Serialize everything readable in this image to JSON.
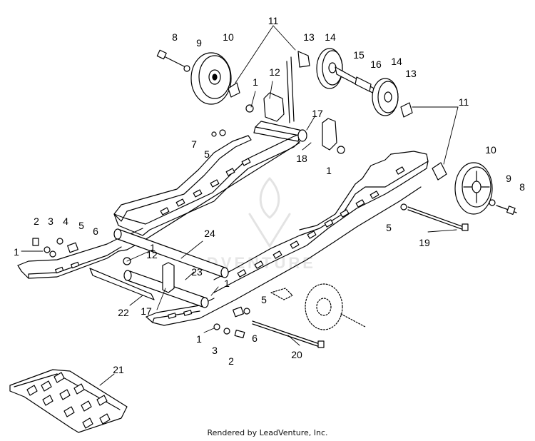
{
  "callouts": {
    "c8a": "8",
    "c9a": "9",
    "c10a": "10",
    "c11a": "11",
    "c13a": "13",
    "c14a": "14",
    "c15": "15",
    "c16": "16",
    "c14b": "14",
    "c13b": "13",
    "c12a": "12",
    "c1a": "1",
    "c17a": "17",
    "c11b": "11",
    "c7": "7",
    "c5a": "5",
    "c18": "18",
    "c1b": "1",
    "c10b": "10",
    "c9b": "9",
    "c8b": "8",
    "c2a": "2",
    "c3a": "3",
    "c4": "4",
    "c5b": "5",
    "c6a": "6",
    "c1c": "1",
    "c24": "24",
    "c1d": "1",
    "c12b": "12",
    "c5c": "5",
    "c19": "19",
    "c23": "23",
    "c1e": "1",
    "c22": "22",
    "c17b": "17",
    "c5d": "5",
    "c1f": "1",
    "c3b": "3",
    "c6b": "6",
    "c2b": "2",
    "c20": "20",
    "c21": "21"
  },
  "watermark": "ADVENTURE",
  "credit": "Rendered by LeadVenture, Inc."
}
